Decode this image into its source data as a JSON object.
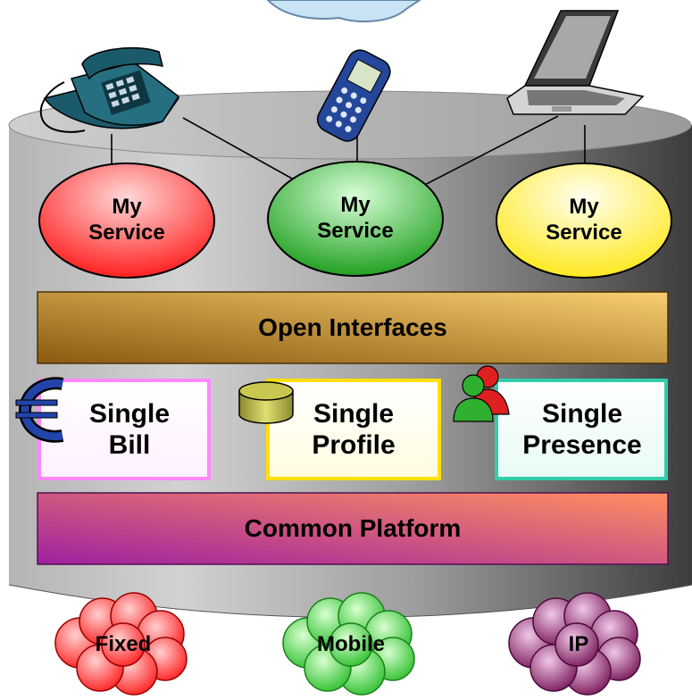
{
  "services": [
    {
      "line1": "My",
      "line2": "Service",
      "color": "#ff3030"
    },
    {
      "line1": "My",
      "line2": "Service",
      "color": "#33b033"
    },
    {
      "line1": "My",
      "line2": "Service",
      "color": "#ffee33"
    }
  ],
  "open_interfaces": {
    "label": "Open Interfaces",
    "colors": [
      "#8a5a10",
      "#f8cf70"
    ]
  },
  "singles": [
    {
      "line1": "Single",
      "line2": "Bill",
      "border": "#ff88ff",
      "icon": "euro-icon"
    },
    {
      "line1": "Single",
      "line2": "Profile",
      "border": "#ffe000",
      "icon": "database-icon"
    },
    {
      "line1": "Single",
      "line2": "Presence",
      "border": "#33ccaa",
      "icon": "users-icon"
    }
  ],
  "common_platform": {
    "label": "Common Platform",
    "colors": [
      "#a020a0",
      "#ff9060"
    ]
  },
  "networks": [
    {
      "label": "Fixed",
      "color": "#ff4040"
    },
    {
      "label": "Mobile",
      "color": "#40d040"
    },
    {
      "label": "IP",
      "color": "#8a2a6a"
    }
  ],
  "devices": [
    "telephone-icon",
    "mobile-phone-icon",
    "laptop-icon"
  ]
}
